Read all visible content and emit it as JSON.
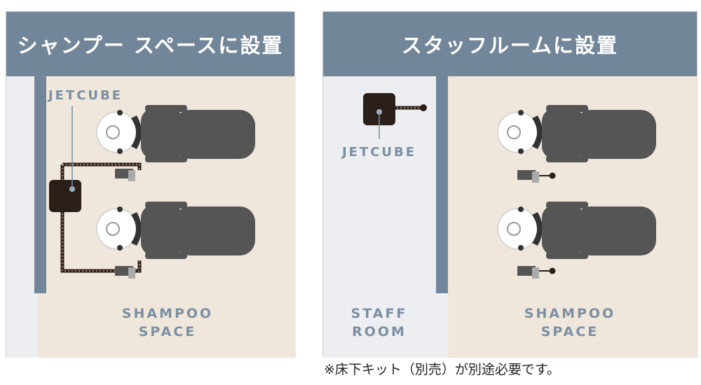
{
  "left_panel": {
    "title": "シャンプー スペースに設置",
    "device_label": "JETCUBE",
    "area_label_line1": "SHAMPOO",
    "area_label_line2": "SPACE"
  },
  "right_panel": {
    "title": "スタッフルームに設置",
    "device_label": "JETCUBE",
    "staff_label_line1": "STAFF",
    "staff_label_line2": "ROOM",
    "area_label_line1": "SHAMPOO",
    "area_label_line2": "SPACE"
  },
  "footnote": "※床下キット（別売）が別途必要です。",
  "colors": {
    "header": "#72869a",
    "floor": "#f0e7dc",
    "staff_floor": "#edeef1",
    "wall": "#72869a",
    "chair": "#555555",
    "device": "#2b1f1a",
    "label": "#7b8fa1"
  }
}
